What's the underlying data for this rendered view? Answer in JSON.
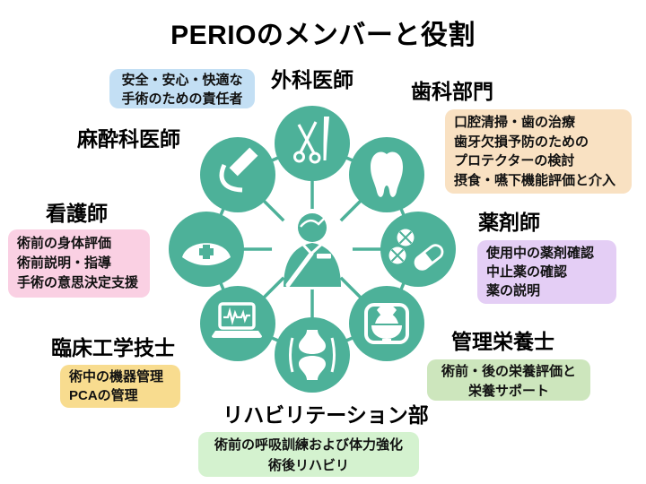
{
  "title": "PERIOのメンバーと役割",
  "colors": {
    "accent_teal": "#4DB199",
    "text": "#111111",
    "note_blue": "#C3DFF4",
    "note_peach": "#F9E1C2",
    "note_purple": "#E4CEF5",
    "note_green": "#CDE6BD",
    "note_lightgreen": "#D4F2CF",
    "note_yellow": "#F8DC8F",
    "note_pink": "#FAD0E3"
  },
  "center_icon": "patient-icon",
  "members": [
    {
      "id": "surgeon",
      "label": "外科医師",
      "icon": "scissors-scalpel-icon"
    },
    {
      "id": "dental",
      "label": "歯科部門",
      "icon": "tooth-icon",
      "note": {
        "color": "#F9E1C2",
        "lines": [
          "口腔清掃・歯の治療",
          "歯牙欠損予防のための",
          "プロテクターの検討",
          "摂食・嚥下機能評価と介入"
        ]
      }
    },
    {
      "id": "pharmacist",
      "label": "薬剤師",
      "icon": "pills-icon",
      "note": {
        "color": "#E4CEF5",
        "lines": [
          "使用中の薬剤確認",
          "中止薬の確認",
          "薬の説明"
        ]
      }
    },
    {
      "id": "dietitian",
      "label": "管理栄養士",
      "icon": "rice-bowl-icon",
      "note": {
        "color": "#CDE6BD",
        "lines": [
          "術前・後の栄養評価と",
          "栄養サポート"
        ]
      }
    },
    {
      "id": "rehabilitation",
      "label": "リハビリテーション部",
      "icon": "knee-joint-icon",
      "note": {
        "color": "#D4F2CF",
        "lines": [
          "術前の呼吸訓練および体力強化",
          "術後リハビリ"
        ]
      }
    },
    {
      "id": "engineer",
      "label": "臨床工学技士",
      "icon": "monitoring-laptop-icon",
      "note": {
        "color": "#F8DC8F",
        "lines": [
          "術中の機器管理",
          "PCAの管理"
        ]
      }
    },
    {
      "id": "nurse",
      "label": "看護師",
      "icon": "nurse-cap-icon",
      "note": {
        "color": "#FAD0E3",
        "lines": [
          "術前の身体評価",
          "術前説明・指導",
          "手術の意思決定支援"
        ]
      }
    },
    {
      "id": "anesthesiologist",
      "label": "麻酔科医師",
      "icon": "laryngoscope-icon",
      "note": {
        "color": "#C3DFF4",
        "lines": [
          "安全・安心・快適な",
          "手術のための責任者"
        ]
      }
    }
  ]
}
